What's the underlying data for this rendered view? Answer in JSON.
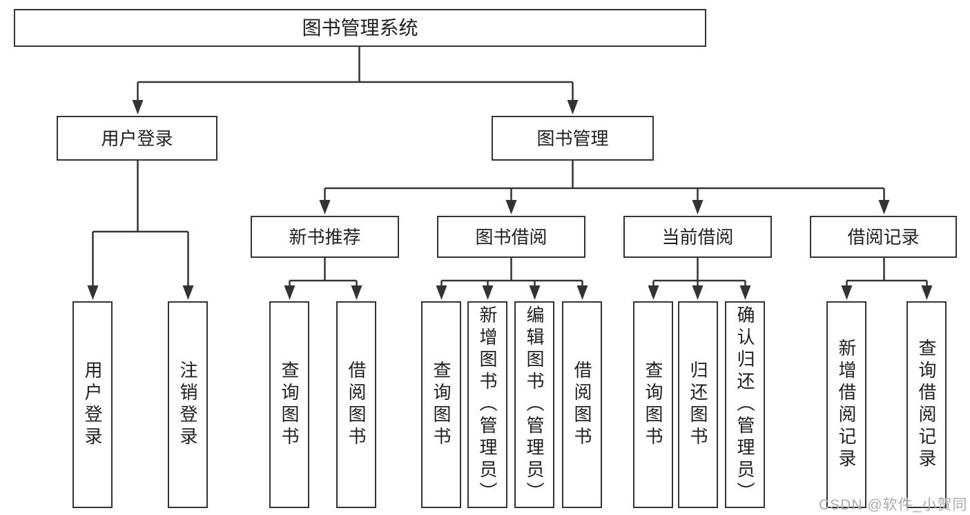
{
  "page": {
    "background": "#ffffff",
    "line_color": "#333333",
    "text_color": "#1f1f1f",
    "watermark_color": "#a9a9b0"
  },
  "nodes": {
    "root": "图书管理系统",
    "level2": {
      "user_login": "用户登录",
      "book_management": "图书管理"
    },
    "level3": {
      "new_book_recommend": "新书推荐",
      "book_borrow": "图书借阅",
      "current_borrow": "当前借阅",
      "borrow_records": "借阅记录"
    },
    "leaves": {
      "user_login": "用户登录",
      "logout": "注销登录",
      "nbr_query_book": "查询图书",
      "nbr_borrow_book": "借阅图书",
      "bb_query_book": "查询图书",
      "bb_add_book_admin": "新增图书（管理员）",
      "bb_edit_book_admin": "编辑图书（管理员）",
      "bb_borrow_book": "借阅图书",
      "cb_query_book": "查询图书",
      "cb_return_book": "归还图书",
      "cb_confirm_return_admin": "确认归还（管理员）",
      "br_add_record": "新增借阅记录",
      "br_query_record": "查询借阅记录"
    }
  },
  "watermark": "CSDN @软件_小贺同学"
}
